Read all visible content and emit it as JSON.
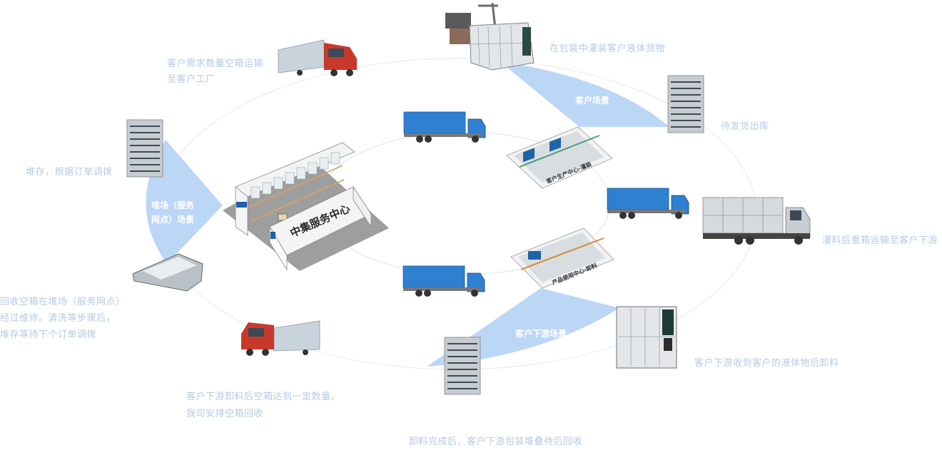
{
  "center": {
    "title": "中集服务中心",
    "icon": "warehouse-icon"
  },
  "facilities": [
    {
      "label": "客户生产中心-灌装",
      "icon": "filling-facility-icon"
    },
    {
      "label": "产品使用中心-卸料",
      "icon": "unloading-facility-icon"
    }
  ],
  "sectors": [
    {
      "label_lines": [
        "堆场（服务",
        "网点）场景"
      ],
      "color": "#bcd6f6"
    },
    {
      "label_lines": [
        "客户场景"
      ],
      "color": "#bcd6f6"
    },
    {
      "label_lines": [
        "客户下游场景"
      ],
      "color": "#bcd6f6"
    }
  ],
  "steps": [
    {
      "id": "empty-transport",
      "lines": [
        "客户需求数量空箱运输",
        "至客户工厂"
      ],
      "icon": "red-truck-icon"
    },
    {
      "id": "filling",
      "lines": [
        "在包装中灌装客户液体货物"
      ],
      "icon": "ibc-filling-machine-icon"
    },
    {
      "id": "awaiting-shipment",
      "lines": [
        "待发货出库"
      ],
      "icon": "stacked-containers-icon"
    },
    {
      "id": "heavy-transport",
      "lines": [
        "灌料后重箱运输至客户下游"
      ],
      "icon": "silver-truck-icon"
    },
    {
      "id": "downstream-unload",
      "lines": [
        "客户下游收到客户的液体物后卸料"
      ],
      "icon": "ibc-container-icon"
    },
    {
      "id": "stack-recycle",
      "lines": [
        "卸料完成后，客户下游包装堆叠待后回收"
      ],
      "icon": "stacked-containers-icon"
    },
    {
      "id": "empty-recycle",
      "lines": [
        "客户下游卸料后空箱达到一定数量。",
        "我司安排空箱回收"
      ],
      "icon": "red-truck-icon"
    },
    {
      "id": "yard-repair",
      "lines": [
        "回收空箱在堆场（服务网点）",
        "经过维修。清洗等步骤后，",
        "堆存等待下个订单调拨"
      ],
      "icon": "folded-container-icon"
    },
    {
      "id": "yard-storage",
      "lines": [
        "堆存，根据订单调拨"
      ],
      "icon": "stacked-containers-icon"
    }
  ],
  "inner_trucks": [
    {
      "icon": "blue-container-truck-icon"
    },
    {
      "icon": "blue-container-truck-icon"
    },
    {
      "icon": "blue-container-truck-icon"
    }
  ],
  "colors": {
    "caption": "#b7c9e2",
    "sector": "#bcd6f6",
    "ring": "#e6ebf2",
    "truck_blue": "#2f80d1",
    "truck_red": "#c8392b"
  }
}
